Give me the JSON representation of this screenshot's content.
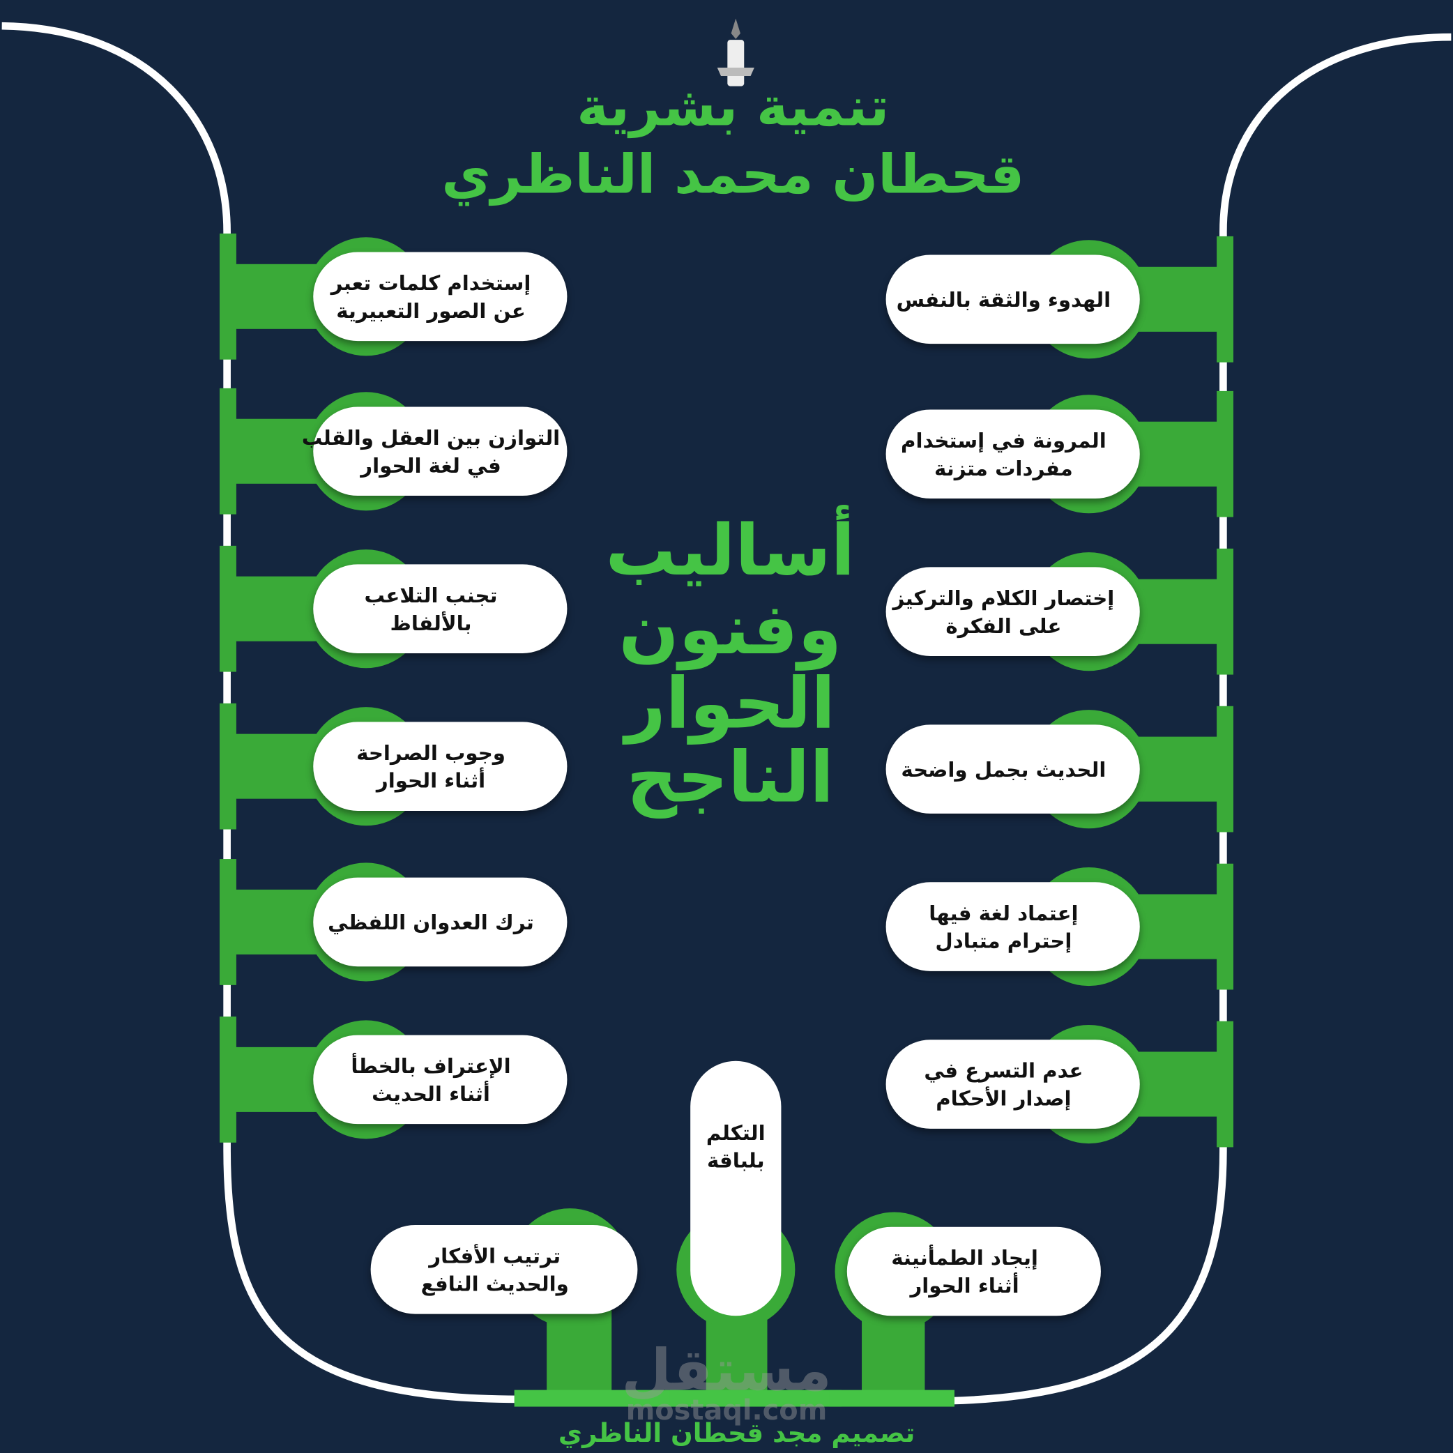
{
  "header": {
    "title_line1": "تنمية بشرية",
    "title_line2": "قحطان محمد الناظري",
    "icon": "candle-icon"
  },
  "center_title": [
    "أساليب",
    "وفنون",
    "الحوار",
    "الناجح"
  ],
  "left_items": [
    [
      "إستخدام كلمات تعبر",
      "عن الصور التعبيرية"
    ],
    [
      "التوازن بين العقل والقلب",
      "في لغة الحوار"
    ],
    [
      "تجنب التلاعب",
      "بالألفاظ"
    ],
    [
      "وجوب الصراحة",
      "أثناء الحوار"
    ],
    [
      "ترك العدوان اللفظي"
    ],
    [
      "الإعتراف بالخطأ",
      "أثناء الحديث"
    ]
  ],
  "right_items": [
    [
      "الهدوء والثقة بالنفس"
    ],
    [
      "المرونة في إستخدام",
      "مفردات متزنة"
    ],
    [
      "إختصار الكلام والتركيز",
      "على الفكرة"
    ],
    [
      "الحديث بجمل واضحة"
    ],
    [
      "إعتماد لغة فيها",
      "إحترام متبادل"
    ],
    [
      "عدم التسرع في",
      "إصدار الأحكام"
    ]
  ],
  "bottom_items": [
    [
      "ترتيب الأفكار",
      "والحديث النافع"
    ],
    [
      "التكلم",
      "بلباقة"
    ],
    [
      "إيجاد الطمأنينة",
      "أثناء الحوار"
    ]
  ],
  "footer": {
    "credit": "تصميم مجد قحطان الناظري",
    "watermark_ar": "مستقل",
    "watermark_en": "mostaql.com"
  },
  "colors": {
    "background": "#14263f",
    "green": "#3aaa38",
    "green_light": "#45c445",
    "rail": "#ffffff"
  }
}
